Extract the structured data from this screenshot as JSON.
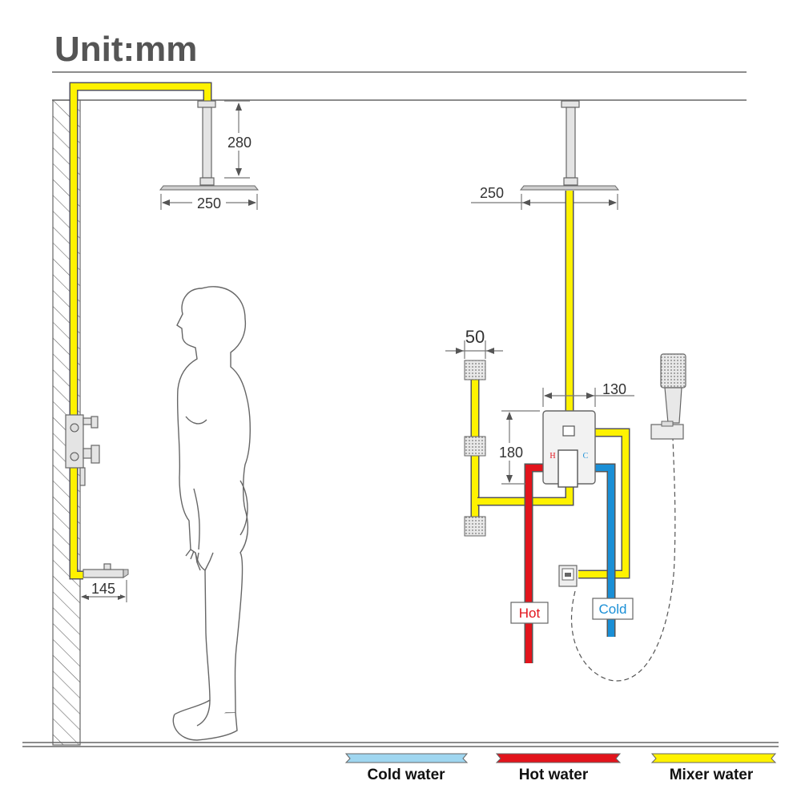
{
  "title": "Unit:mm",
  "dimensions": {
    "arm_left": "280",
    "head_left": "250",
    "head_right": "250",
    "body_jet": "50",
    "valve_width": "130",
    "valve_height": "180",
    "spout": "145"
  },
  "valve_marks": {
    "hot": "H",
    "cold": "C"
  },
  "supply_labels": {
    "hot": "Hot",
    "cold": "Cold"
  },
  "legend": {
    "cold": {
      "label": "Cold water",
      "color": "#9fd6f0"
    },
    "hot": {
      "label": "Hot water",
      "color": "#e2141c"
    },
    "mixer": {
      "label": "Mixer water",
      "color": "#fff200"
    }
  },
  "colors": {
    "mixer_pipe": "#fff200",
    "hot_pipe": "#e2141c",
    "cold_pipe": "#1a8fd6",
    "hot_tag": "#e2141c",
    "cold_tag": "#1a8fd6"
  }
}
